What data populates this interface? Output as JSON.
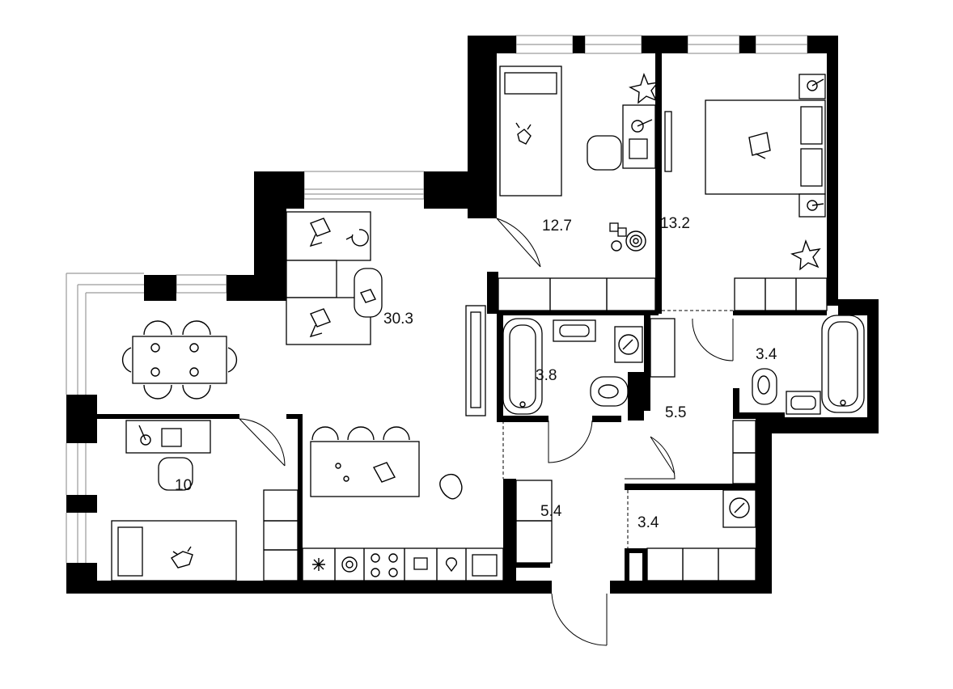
{
  "rooms": [
    {
      "id": "living",
      "area": "30.3"
    },
    {
      "id": "bedroom-1",
      "area": "12.7"
    },
    {
      "id": "bedroom-2",
      "area": "13.2"
    },
    {
      "id": "bedroom-3",
      "area": "10"
    },
    {
      "id": "bathroom-1",
      "area": "3.8"
    },
    {
      "id": "bathroom-2",
      "area": "3.4"
    },
    {
      "id": "corridor",
      "area": "5.5"
    },
    {
      "id": "hallway",
      "area": "5.4"
    },
    {
      "id": "storage",
      "area": "3.4"
    }
  ]
}
